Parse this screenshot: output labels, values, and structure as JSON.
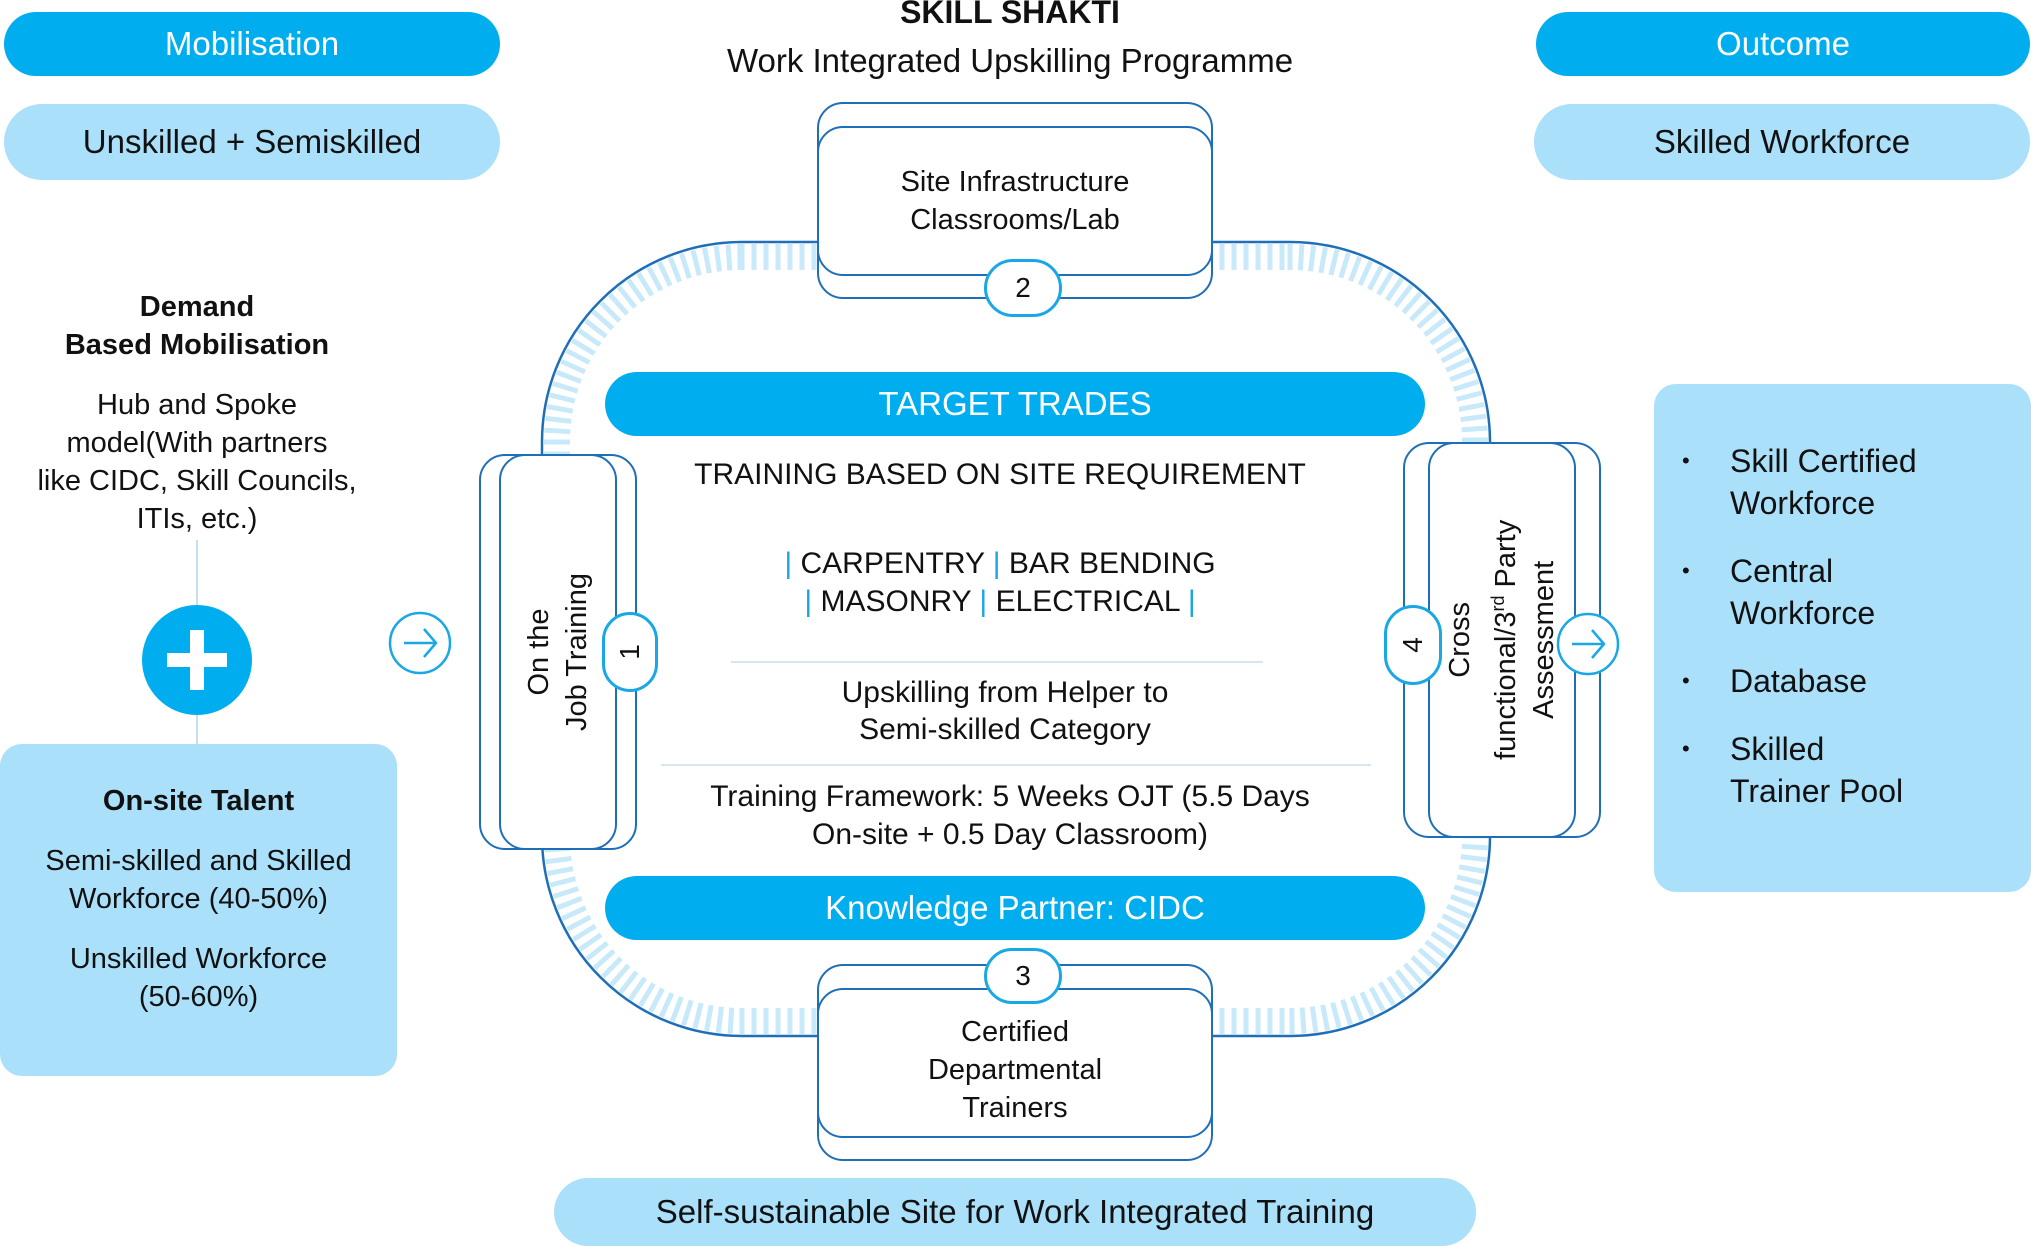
{
  "header": {
    "title": "SKILL SHAKTI",
    "subtitle": "Work Integrated Upskilling Programme"
  },
  "left": {
    "heading_pill": "Mobilisation",
    "input_pill": "Unskilled + Semiskilled",
    "demand_title_line1": "Demand",
    "demand_title_line2": "Based Mobilisation",
    "hub_text_line1": "Hub and Spoke",
    "hub_text_line2": "model(With partners",
    "hub_text_line3": "like CIDC, Skill Councils,",
    "hub_text_line4": "ITIs, etc.)",
    "plus_icon": "plus-icon",
    "talent_card": {
      "title": "On-site Talent",
      "line1": "Semi-skilled and Skilled",
      "line2": "Workforce (40-50%)",
      "line3": "Unskilled Workforce",
      "line4": "(50-60%)"
    }
  },
  "right": {
    "heading_pill": "Outcome",
    "output_pill": "Skilled Workforce",
    "outcomes": [
      {
        "line1": "Skill Certified",
        "line2": "Workforce"
      },
      {
        "line1": "Central",
        "line2": "Workforce"
      },
      {
        "line1": "Database",
        "line2": ""
      },
      {
        "line1": "Skilled",
        "line2": "Trainer Pool"
      }
    ],
    "bullet": "•"
  },
  "cycle": {
    "step1": {
      "number": "1",
      "line1": "On the",
      "line2": "Job Training"
    },
    "step2": {
      "number": "2",
      "line1": "Site Infrastructure",
      "line2": "Classrooms/Lab"
    },
    "step3": {
      "number": "3",
      "line1": "Certified",
      "line2": "Departmental",
      "line3": "Trainers"
    },
    "step4": {
      "number": "4",
      "line1": "Cross",
      "line2_pre": "functional/3",
      "line2_sup": "rd",
      "line2_post": " Party",
      "line3": "Assessment"
    },
    "arrow_icon": "arrow-right-circle-icon"
  },
  "center": {
    "target_trades_pill": "TARGET TRADES",
    "training_basis": "TRAINING BASED ON SITE REQUIREMENT",
    "trades": [
      "CARPENTRY",
      "BAR BENDING",
      "MASONRY",
      "ELECTRICAL"
    ],
    "pipe": "|",
    "upskilling_line1": "Upskilling from Helper to",
    "upskilling_line2": "Semi-skilled Category",
    "framework_line1": "Training Framework: 5 Weeks OJT (5.5 Days",
    "framework_line2": "On-site + 0.5 Day Classroom)",
    "knowledge_partner_pill": "Knowledge Partner: CIDC"
  },
  "footer": {
    "pill": "Self-sustainable Site for Work Integrated Training"
  },
  "colors": {
    "accent": "#00aeef",
    "accent_light": "#abe0fa",
    "outline": "#1f6fb8",
    "ring": "#c8e9fa"
  }
}
